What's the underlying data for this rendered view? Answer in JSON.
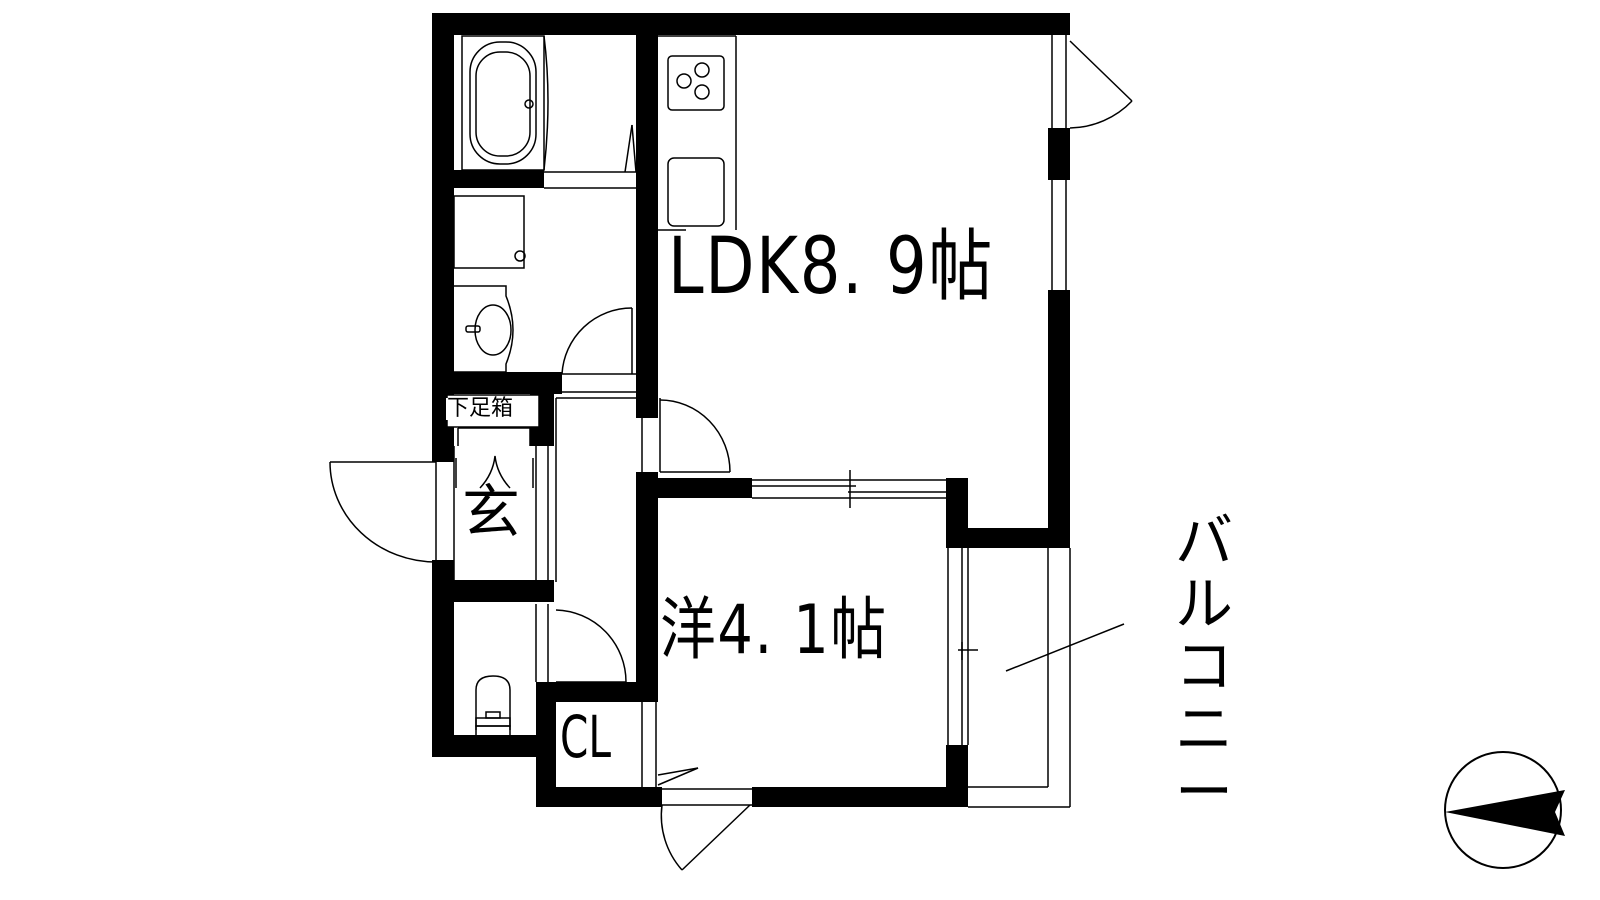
{
  "floor_plan": {
    "rooms": {
      "ldk": {
        "label": "LDK8. 9帖"
      },
      "western": {
        "label": "洋4. 1帖"
      },
      "entrance": {
        "label": "玄"
      },
      "shoe_box": {
        "label": "下足箱"
      },
      "closet": {
        "label": "CL"
      },
      "balcony": {
        "chars": [
          "バ",
          "ル",
          "コ",
          "ニ",
          "ー"
        ]
      }
    },
    "fixtures": [
      "bathtub",
      "washing-machine-pan",
      "washbasin",
      "toilet",
      "stove-3-burner",
      "sink"
    ],
    "compass": {
      "north_direction": "left"
    },
    "colors": {
      "wall": "#000000",
      "background": "#ffffff"
    }
  }
}
